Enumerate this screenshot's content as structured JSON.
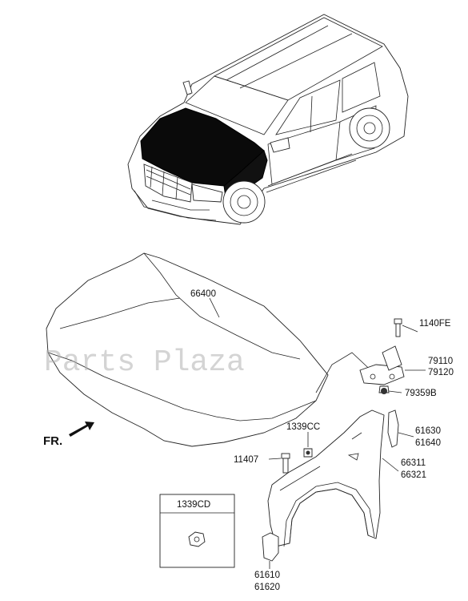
{
  "watermark": "Parts Plaza",
  "direction_label": "FR.",
  "labels": {
    "hood": "66400",
    "bolt_top": "1140FE",
    "hinge_l": "79110",
    "hinge_r": "79120",
    "bumper_stop": "79359B",
    "clip_cc": "1339CC",
    "bolt_11407": "11407",
    "cover_l": "61630",
    "cover_r": "61640",
    "fender_l": "66311",
    "fender_r": "66321",
    "bracket_l": "61610",
    "bracket_r": "61620",
    "inset_title": "1339CD"
  }
}
